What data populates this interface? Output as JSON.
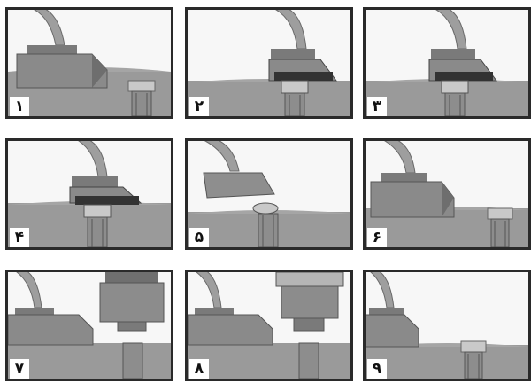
{
  "panels": [
    {
      "label": "۱",
      "scene": "retracted"
    },
    {
      "label": "۲",
      "scene": "engaged"
    },
    {
      "label": "۳",
      "scene": "engaged"
    },
    {
      "label": "۴",
      "scene": "engaged"
    },
    {
      "label": "۵",
      "scene": "lifting"
    },
    {
      "label": "۶",
      "scene": "retracted"
    },
    {
      "label": "۷",
      "scene": "press"
    },
    {
      "label": "۸",
      "scene": "press"
    },
    {
      "label": "۹",
      "scene": "finished"
    }
  ],
  "colors": {
    "border": "#2a2a2a",
    "background": "#f7f7f7",
    "metal": "#8e8e8e",
    "metal_dark": "#5c5c5c",
    "metal_light": "#b8b8b8",
    "base": "#9a9a9a"
  }
}
